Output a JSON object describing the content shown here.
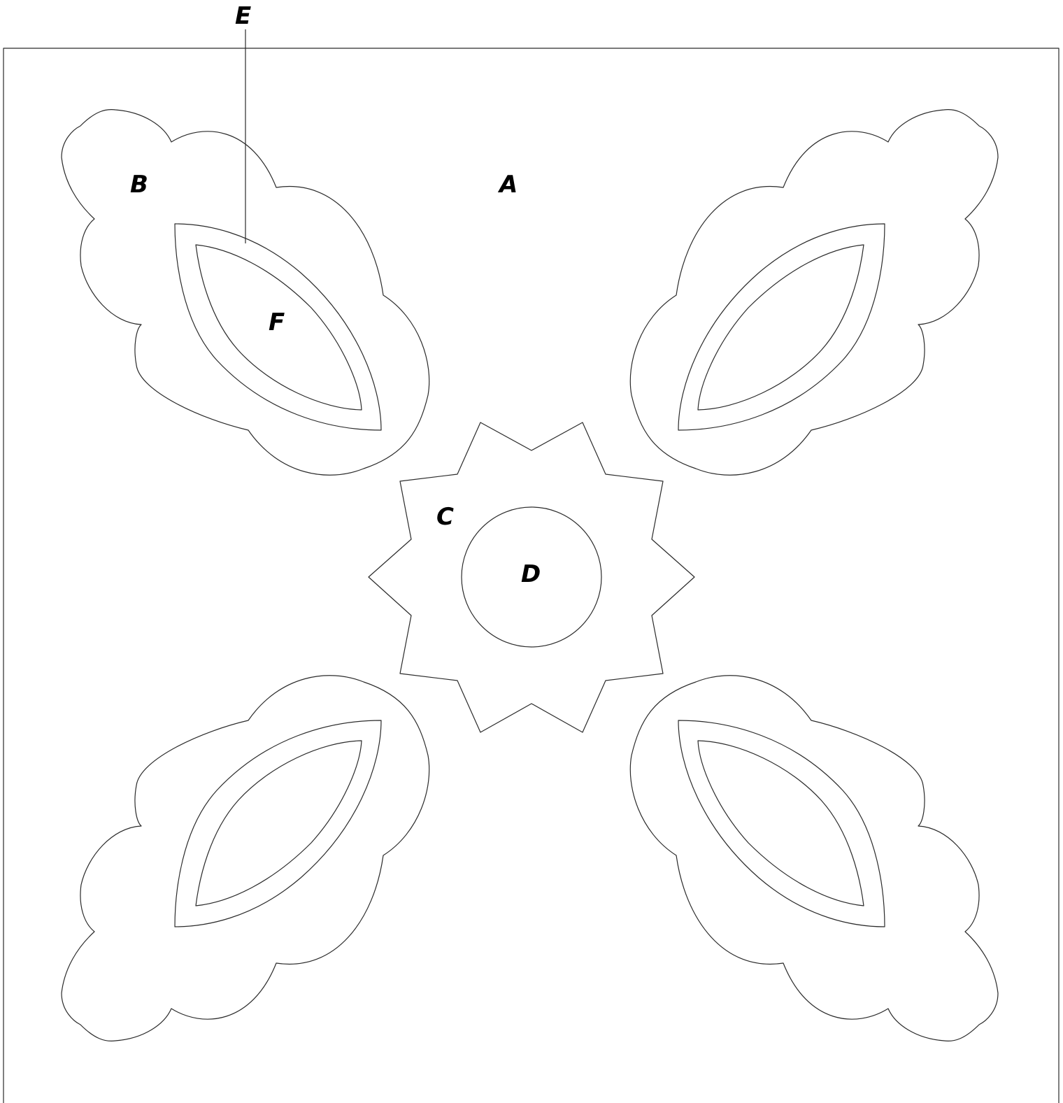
{
  "labels": {
    "a": "A",
    "b": "B",
    "c": "C",
    "d": "D",
    "e": "E",
    "f": "F"
  },
  "colors": {
    "stroke": "#2b2b2b",
    "label": "#000000",
    "background": "#ffffff"
  }
}
